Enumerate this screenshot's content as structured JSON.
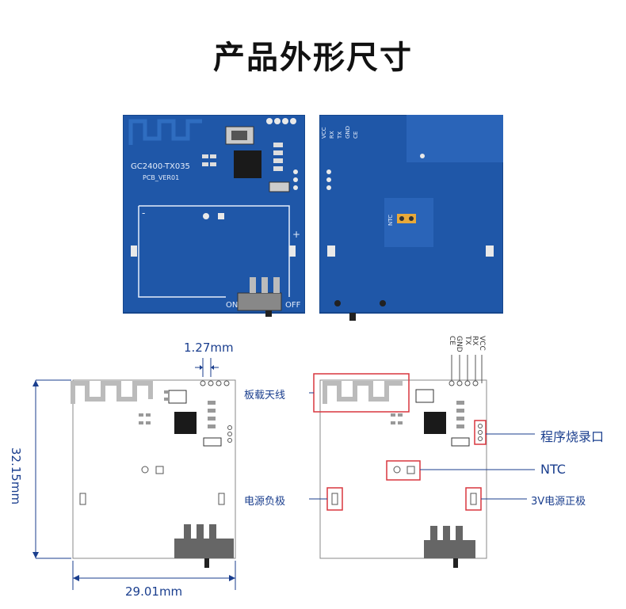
{
  "title": "产品外形尺寸",
  "photo_front": {
    "model_text": "GC2400-TX035",
    "version_text": "PCB_VER01",
    "on_label": "ON",
    "off_label": "OFF",
    "plus_label": "+",
    "minus_label": "-"
  },
  "photo_back": {
    "pin_labels": [
      "VCC",
      "RX",
      "TX",
      "GND",
      "CE"
    ],
    "ntc_label": "NTC"
  },
  "drawing_left": {
    "pitch_label": "1.27mm",
    "height_label": "32.15mm",
    "width_label": "29.01mm"
  },
  "drawing_right": {
    "pin_labels": [
      "VCC",
      "RX",
      "TX",
      "GND",
      "CE"
    ],
    "callouts": {
      "antenna": "板载天线",
      "program": "程序烧录口",
      "ntc": "NTC",
      "power_neg": "电源负极",
      "power_pos": "3V电源正极"
    }
  },
  "colors": {
    "pcb_blue": "#1f57a8",
    "annotation_blue": "#1a3e8e",
    "highlight_red": "#d9363e"
  }
}
